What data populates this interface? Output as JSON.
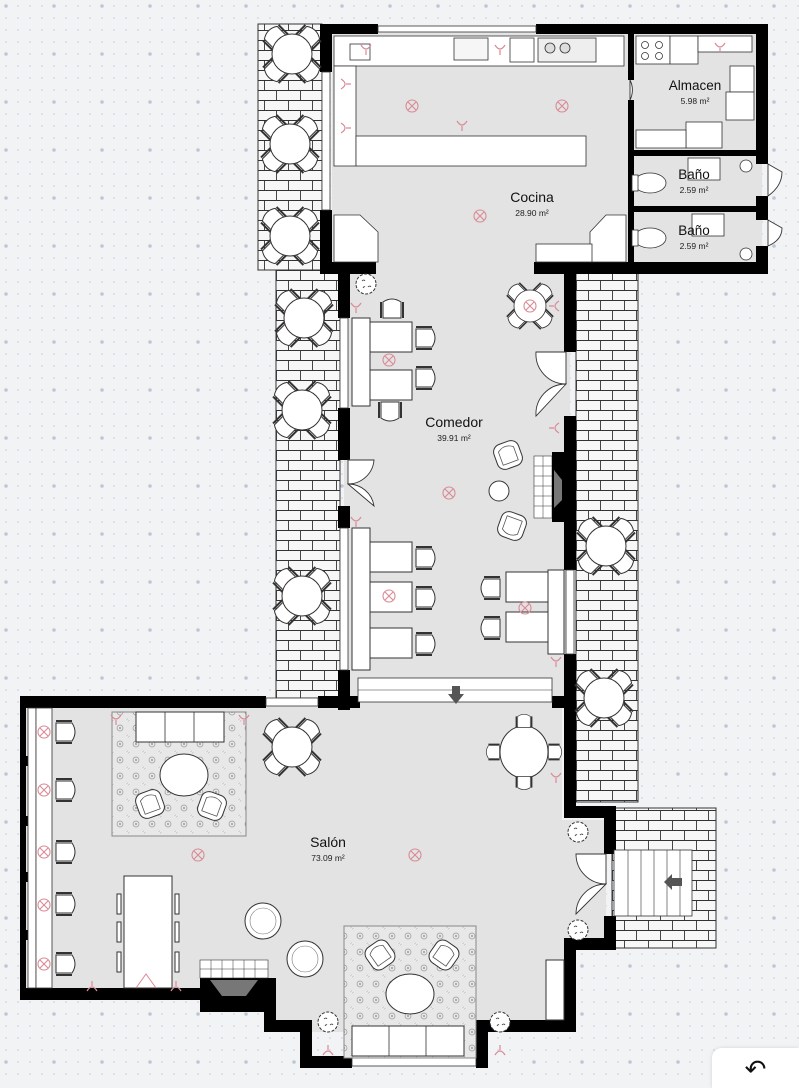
{
  "plan": {
    "rooms": [
      {
        "id": "cocina",
        "name": "Cocina",
        "area": "28.90 m²"
      },
      {
        "id": "almacen",
        "name": "Almacen",
        "area": "5.98 m²"
      },
      {
        "id": "bano1",
        "name": "Baño",
        "area": "2.59 m²"
      },
      {
        "id": "bano2",
        "name": "Baño",
        "area": "2.59 m²"
      },
      {
        "id": "comedor",
        "name": "Comedor",
        "area": "39.91 m²"
      },
      {
        "id": "salon",
        "name": "Salón",
        "area": "73.09 m²"
      }
    ]
  },
  "colors": {
    "background": "#f2f3f5",
    "floor": "#e3e3e3",
    "wall": "#000000",
    "light_fixture": "#d98a96",
    "grid_dot": "#c9d3de",
    "grid_dot_major": "#aebfd2",
    "furniture": "#ffffff"
  },
  "toolbar": {
    "undo_icon": "undo-arrow"
  }
}
